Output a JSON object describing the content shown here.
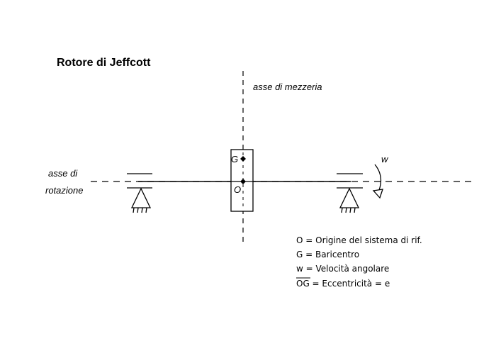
{
  "title": "Rotore di Jeffcott",
  "labels": {
    "mid_axis": "asse di mezzeria",
    "rotation_axis_line1": "asse di",
    "rotation_axis_line2": "rotazione",
    "point_G": "G",
    "point_O": "O",
    "omega": "w"
  },
  "legend": [
    "O = Origine del sistema di rif.",
    "G = Baricentro",
    "w = Velocità angolare",
    "OG = Eccentricità = e"
  ]
}
